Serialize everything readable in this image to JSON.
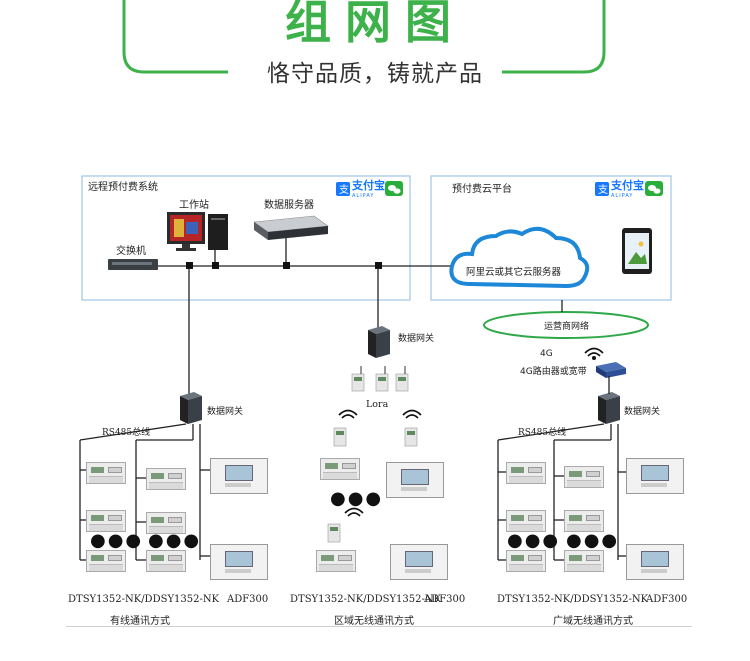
{
  "header": {
    "title": "组网图",
    "subtitle": "恪守品质，铸就产品"
  },
  "remote_system": {
    "title": "远程预付费系统",
    "workstation": "工作站",
    "data_server": "数据服务器",
    "switch": "交换机"
  },
  "cloud_platform": {
    "title": "预付费云平台",
    "cloud_label": "阿里云或其它云服务器"
  },
  "payment": {
    "alipay_cn": "支付宝",
    "alipay_en": "ALIPAY"
  },
  "operator_network": "运营商网络",
  "gateway_label": "数据网关",
  "lora_label": "Lora",
  "router": {
    "label_4g": "4G",
    "label": "4G路由器或宽带"
  },
  "bus_label": "RS485总线",
  "bottom": {
    "meter_models": "DTSY1352-NK/DDSY1352-NK",
    "adf": "ADF300",
    "wired": "有线通讯方式",
    "regional": "区域无线通讯方式",
    "wide": "广域无线通讯方式"
  },
  "colors": {
    "accent_green": "#3db24a",
    "box_border": "#9fc6e4",
    "cloud_blue": "#1e88d8",
    "oval_green": "#2fa84a"
  }
}
